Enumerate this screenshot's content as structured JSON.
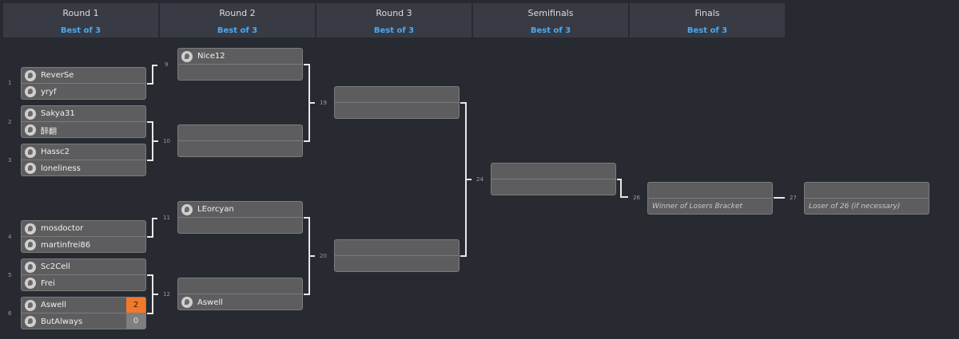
{
  "rounds": [
    {
      "title": "Round 1",
      "format": "Best of 3"
    },
    {
      "title": "Round 2",
      "format": "Best of 3"
    },
    {
      "title": "Round 3",
      "format": "Best of 3"
    },
    {
      "title": "Semifinals",
      "format": "Best of 3"
    },
    {
      "title": "Finals",
      "format": "Best of 3"
    }
  ],
  "matches": {
    "m1": {
      "num": "1",
      "p1": "ReverSe",
      "p2": "yryf"
    },
    "m2": {
      "num": "2",
      "p1": "Sakya31",
      "p2": "醉翻"
    },
    "m3": {
      "num": "3",
      "p1": "Hassc2",
      "p2": "loneliness"
    },
    "m4": {
      "num": "4",
      "p1": "mosdoctor",
      "p2": "martinfrei86"
    },
    "m5": {
      "num": "5",
      "p1": "Sc2Cell",
      "p2": "Frei"
    },
    "m6": {
      "num": "6",
      "p1": "Aswell",
      "p1_score": "2",
      "p2": "ButAlways",
      "p2_score": "0"
    },
    "m9": {
      "num": "9",
      "p1": "Nice12",
      "p2": ""
    },
    "m10": {
      "num": "10",
      "p1": "",
      "p2": ""
    },
    "m11": {
      "num": "11",
      "p1": "LEorcyan",
      "p2": ""
    },
    "m12": {
      "num": "12",
      "p1": "",
      "p2": "Aswell"
    },
    "m19": {
      "num": "19",
      "p1": "",
      "p2": ""
    },
    "m20": {
      "num": "20",
      "p1": "",
      "p2": ""
    },
    "m24": {
      "num": "24",
      "p1": "",
      "p2": ""
    },
    "m26": {
      "num": "26",
      "p1": "",
      "p2": "Winner of Losers Bracket"
    },
    "m27": {
      "num": "27",
      "p1": "",
      "p2": "Loser of 26 (if necessary)"
    }
  },
  "colors": {
    "background": "#272a31",
    "header": "#383b44",
    "accent_blue": "#4aa9f5",
    "win_score": "#f0792c",
    "lose_score": "#7f7f7f",
    "match_box": "#5d5d5f"
  },
  "icons": {
    "team_logo": "player-logo-icon"
  }
}
